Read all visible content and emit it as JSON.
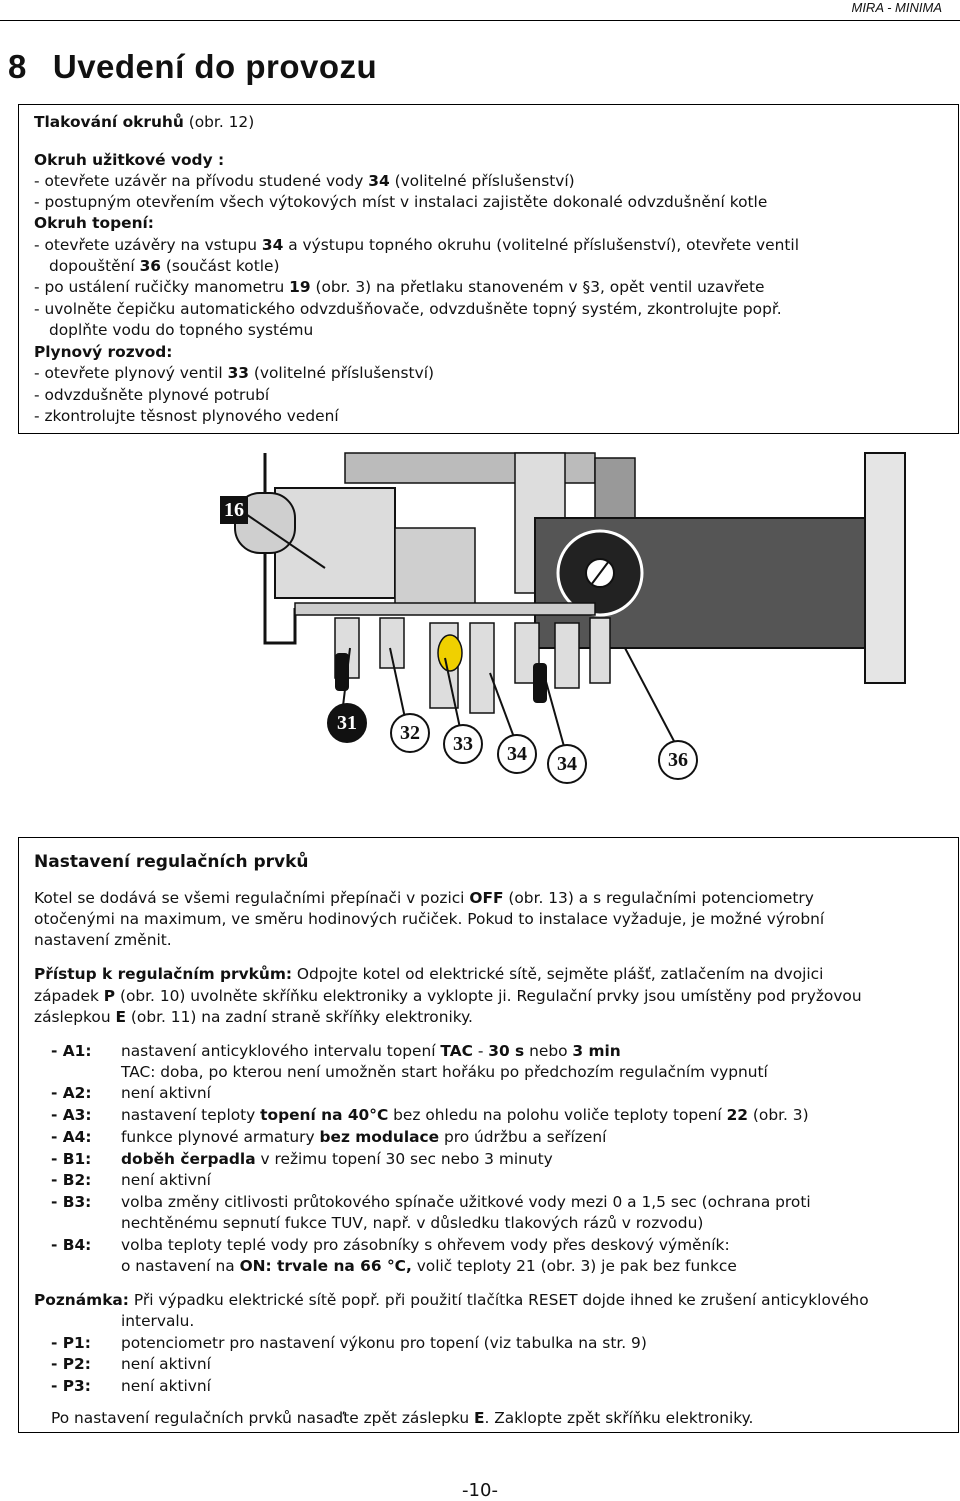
{
  "header": {
    "brand": "MIRA  -  MINIMA"
  },
  "section": {
    "number": "8",
    "title": "Uvedení do provozu"
  },
  "box1": {
    "title_bold": "Tlakování okruhů",
    "title_rest": " (obr. 12)",
    "water_title": "Okruh užitkové vody :",
    "water_1_pre": "-  otevřete uzávěr na přívodu studené vody ",
    "water_1_num": "34",
    "water_1_post": " (volitelné příslušenství)",
    "water_2": "-  postupným otevřením všech výtokových míst v instalaci zajistěte dokonalé odvzdušnění kotle",
    "heat_title": "Okruh topení:",
    "heat_1_pre": "-  otevřete uzávěry na vstupu ",
    "heat_1_num": "34",
    "heat_1_post": " a výstupu topného okruhu (volitelné příslušenství), otevřete ventil",
    "heat_1b_pre": "dopouštění ",
    "heat_1b_num": "36",
    "heat_1b_post": " (součást kotle)",
    "heat_2_pre": "-  po ustálení ručičky manometru ",
    "heat_2_num": "19",
    "heat_2_post": " (obr. 3) na přetlaku stanoveném v §3, opět ventil uzavřete",
    "heat_3": "-  uvolněte čepičku automatického odvzdušňovače, odvzdušněte topný systém, zkontrolujte popř.",
    "heat_3b": "doplňte vodu do topného systému",
    "gas_title": "Plynový rozvod:",
    "gas_1_pre": "-  otevřete plynový ventil ",
    "gas_1_num": "33",
    "gas_1_post": " (volitelné příslušenství)",
    "gas_2": "-  odvzdušněte plynové potrubí",
    "gas_3": "-  zkontrolujte těsnost plynového vedení"
  },
  "figure": {
    "number": "16",
    "callouts": [
      "31",
      "32",
      "33",
      "34",
      "34",
      "36"
    ]
  },
  "box2": {
    "title": "Nastavení regulačních prvků",
    "p1_a": "Kotel se dodává se všemi regulačními přepínači v pozici ",
    "p1_off": "OFF",
    "p1_b": " (obr. 13) a s regulačními potenciometry",
    "p1_2": "otočenými na maximum, ve směru hodinových ručiček. Pokud to instalace vyžaduje, je možné výrobní",
    "p1_3": "nastavení změnit.",
    "p2_bold": "Přístup k regulačním prvkům:",
    "p2_a": " Odpojte kotel od elektrické sítě, sejměte plášť, zatlačením na dvojici",
    "p2_2a": "západek ",
    "p2_2p": "P",
    "p2_2b": " (obr. 10) uvolněte skříňku elektroniky a vyklopte ji. Regulační prvky jsou umístěny pod pryžovou",
    "p2_3a": "záslepkou ",
    "p2_3e": "E",
    "p2_3b": " (obr. 11) na zadní straně skříňky elektroniky.",
    "a1_key": "-  A1:",
    "a1_a": "nastavení anticyklového intervalu topení ",
    "a1_tac": "TAC",
    "a1_b": " - ",
    "a1_30": "30 s",
    "a1_c": " nebo ",
    "a1_3": "3 min",
    "a1_2": "TAC: doba, po kterou není umožněn start hořáku po předchozím regulačním vypnutí",
    "a2_key": "-  A2:",
    "a2": "není aktivní",
    "a3_key": "-  A3:",
    "a3_a": "nastavení teploty ",
    "a3_b": "topení na 40°C",
    "a3_c": " bez ohledu na polohu voliče teploty topení ",
    "a3_22": "22",
    "a3_d": " (obr. 3)",
    "a4_key": "-  A4:",
    "a4_a": "funkce plynové armatury ",
    "a4_b": "bez modulace",
    "a4_c": " pro údržbu a seřízení",
    "b1_key": "-  B1:",
    "b1_a": "doběh čerpadla",
    "b1_b": " v režimu topení 30 sec nebo 3 minuty",
    "b2_key": "-  B2:",
    "b2": "není aktivní",
    "b3_key": "-  B3:",
    "b3": "volba změny citlivosti průtokového spínače užitkové vody mezi 0 a 1,5 sec (ochrana proti",
    "b3_2": "nechtěnému sepnutí fukce TUV, např. v důsledku tlakových rázů v rozvodu)",
    "b4_key": "-  B4:",
    "b4": "volba teploty teplé vody pro zásobníky s ohřevem vody přes deskový výměník:",
    "b4_2a": "o  nastavení na ",
    "b4_2b": "ON: trvale na 66 °C,",
    "b4_2c": " volič teploty 21 (obr. 3) je pak bez funkce",
    "note_bold": "Poznámka:",
    "note_a": " Při výpadku elektrické sítě popř. při použití tlačítka RESET dojde ihned ke zrušení  anticyklového",
    "note_2": "intervalu.",
    "p1_key": "-  P1:",
    "p1v": "potenciometr pro nastavení výkonu pro topení (viz tabulka na str. 9)",
    "p2_key": "-  P2:",
    "p2v": "není aktivní",
    "p3_key": "-  P3:",
    "p3v": "není aktivní",
    "final_a": "Po nastavení regulačních prvků nasaďte zpět záslepku ",
    "final_e": "E",
    "final_b": ". Zaklopte zpět skříňku elektroniky."
  },
  "footer": {
    "page": "-10-"
  }
}
